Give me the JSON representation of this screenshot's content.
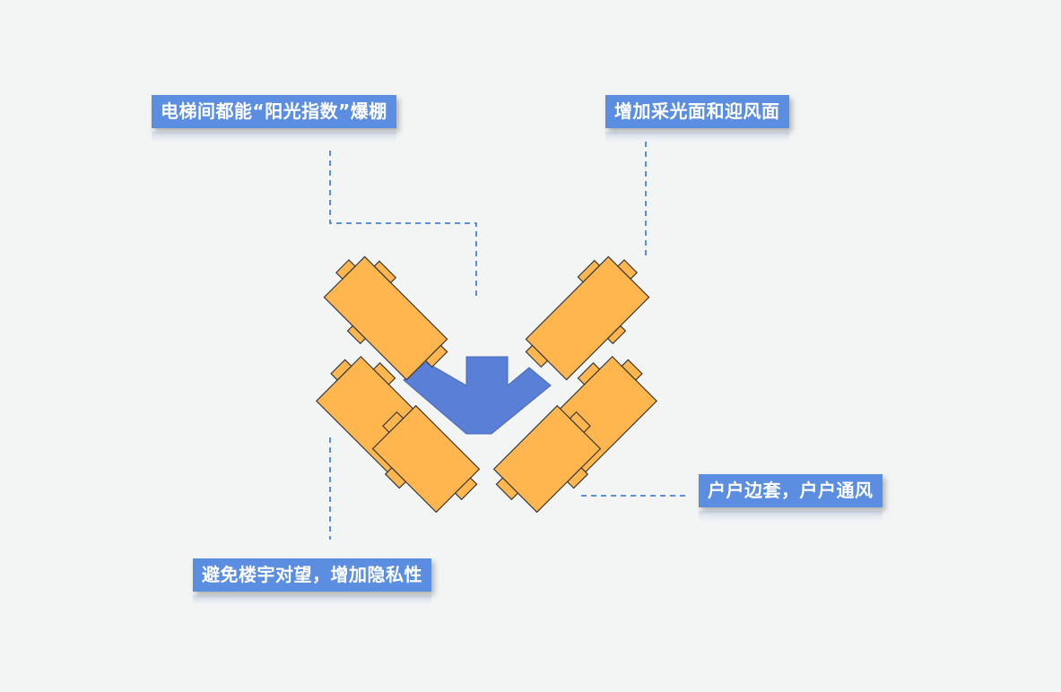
{
  "colors": {
    "background": "#f3f5f5",
    "label_fill": "#5b8ee0",
    "unit_fill": "#ffb64f",
    "unit_stroke": "#3a3a3a",
    "core_fill": "#5a7fd6",
    "leader_line": "#5a8ee0"
  },
  "callouts": {
    "top_left": "电梯间都能“阳光指数”爆棚",
    "top_right": "增加采光面和迎风面",
    "bottom_right": "户户边套，户户通风",
    "bottom_left": "避免楼宇对望，增加隐私性"
  }
}
